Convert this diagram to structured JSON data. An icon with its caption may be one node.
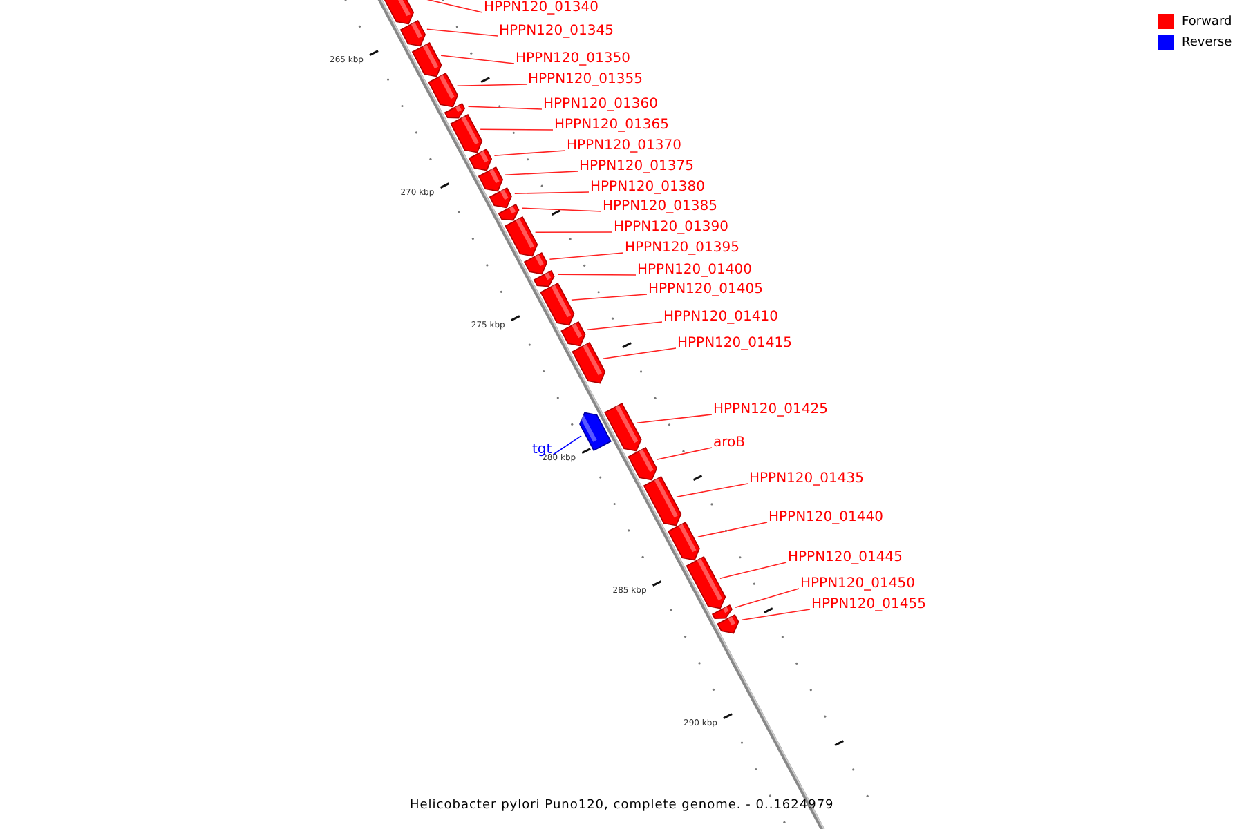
{
  "diagram": {
    "caption": "Helicobacter pylori Puno120, complete genome. - 0..1624979",
    "nodes": [
      {
        "text": [
          "HPPN120_01340"
        ]
      },
      {
        "text": [],
        "shape": "bar"
      },
      {
        "text": [
          "HPPN120_01345"
        ]
      },
      {
        "text": [],
        "shape": "bar"
      },
      {
        "text": [
          "HPPN120_01350"
        ]
      },
      {
        "text": [],
        "shape": "bar"
      },
      {
        "text": [
          "HPPN120_01355"
        ]
      },
      {
        "text": [],
        "shape": "bar"
      },
      {
        "text": [
          "HPPN120_01360"
        ]
      },
      {
        "text": [],
        "shape": "bar"
      },
      {
        "text": [
          "HPPN120_01365"
        ]
      },
      {
        "text": [],
        "shape": "bar"
      },
      {
        "text": [
          "HPPN120_01370"
        ]
      },
      {
        "text": [],
        "shape": "bar"
      },
      {
        "text": [
          "HPPN120_01375"
        ]
      },
      {
        "text": [],
        "shape": "bar"
      },
      {
        "text": [
          "HPPN120_01380"
        ]
      },
      {
        "text": [],
        "shape": "bar"
      },
      {
        "text": [
          "HPPN120_01385"
        ]
      },
      {
        "text": [],
        "shape": "bar"
      },
      {
        "text": [
          "HPPN120_01390"
        ]
      },
      {
        "text": [],
        "shape": "bar"
      },
      {
        "text": [
          "HPPN120_01395"
        ]
      },
      {
        "text": [],
        "shape": "bar"
      },
      {
        "text": [
          "HPPN120_01400"
        ]
      },
      {
        "text": [],
        "shape": "bar"
      },
      {
        "text": [
          "HPPN120_01405"
        ]
      },
      {
        "text": [],
        "shape": "bar"
      },
      {
        "text": [
          "HPPN120_01410"
        ]
      },
      {
        "text": [],
        "shape": "bar"
      },
      {
        "text": [
          "HPPN120_01415"
        ]
      },
      {
        "text": [],
        "shape": "bar"
      },
      {
        "text": [
          "tgt"
        ]
      },
      {
        "text": [],
        "shape": "bar"
      },
      {
        "text": [
          "HPPN120_01425"
        ]
      },
      {
        "text": [],
        "shape": "bar"
      },
      {
        "text": [
          "aroB"
        ]
      },
      {
        "text": [],
        "shape": "bar"
      },
      {
        "text": [
          "HPPN120_01435"
        ]
      },
      {
        "text": [],
        "shape": "bar"
      },
      {
        "text": [
          "HPPN120_01440"
        ]
      },
      {
        "text": [],
        "shape": "bar"
      },
      {
        "text": [
          "HPPN120_01445"
        ]
      },
      {
        "text": [],
        "shape": "bar"
      },
      {
        "text": [
          "HPPN120_01450"
        ]
      },
      {
        "text": [],
        "shape": "bar"
      },
      {
        "text": [
          "HPPN120_01455"
        ]
      },
      {
        "text": [],
        "shape": "bar"
      }
    ],
    "edges": [
      {
        "from": 0,
        "to": 1,
        "arrow": "none"
      },
      {
        "from": 2,
        "to": 3,
        "arrow": "none"
      },
      {
        "from": 4,
        "to": 5,
        "arrow": "none"
      },
      {
        "from": 6,
        "to": 7,
        "arrow": "none"
      },
      {
        "from": 8,
        "to": 9,
        "arrow": "none"
      },
      {
        "from": 10,
        "to": 11,
        "arrow": "none"
      },
      {
        "from": 12,
        "to": 13,
        "arrow": "none"
      },
      {
        "from": 14,
        "to": 15,
        "arrow": "none"
      },
      {
        "from": 16,
        "to": 17,
        "arrow": "none"
      },
      {
        "from": 18,
        "to": 19,
        "arrow": "none"
      },
      {
        "from": 20,
        "to": 21,
        "arrow": "none"
      },
      {
        "from": 22,
        "to": 23,
        "arrow": "none"
      },
      {
        "from": 24,
        "to": 25,
        "arrow": "none"
      },
      {
        "from": 26,
        "to": 27,
        "arrow": "none"
      },
      {
        "from": 28,
        "to": 29,
        "arrow": "none"
      },
      {
        "from": 30,
        "to": 31,
        "arrow": "none"
      },
      {
        "from": 32,
        "to": 33,
        "arrow": "none",
        "color": "#0000ff"
      },
      {
        "from": 34,
        "to": 35,
        "arrow": "none"
      },
      {
        "from": 36,
        "to": 37,
        "arrow": "none"
      },
      {
        "from": 38,
        "to": 39,
        "arrow": "none"
      },
      {
        "from": 40,
        "to": 41,
        "arrow": "none"
      },
      {
        "from": 42,
        "to": 43,
        "arrow": "none"
      },
      {
        "from": 44,
        "to": 45,
        "arrow": "none"
      },
      {
        "from": 46,
        "to": 47,
        "arrow": "none"
      }
    ],
    "labels": [
      "265 kbp",
      "270 kbp",
      "275 kbp",
      "280 kbp",
      "285 kbp",
      "290 kbp"
    ],
    "legend": [
      {
        "text": "Forward",
        "color": "#ff0000"
      },
      {
        "text": "Reverse",
        "color": "#0000ff"
      }
    ]
  }
}
